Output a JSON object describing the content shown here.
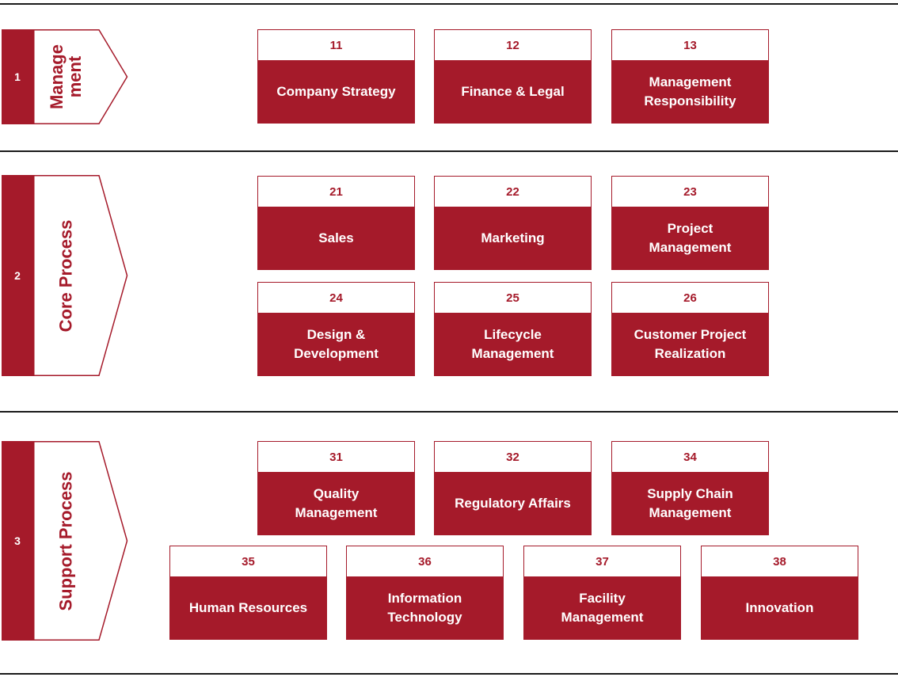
{
  "bands": [
    {
      "number": "1",
      "label": "Manage\nment"
    },
    {
      "number": "2",
      "label": "Core Process"
    },
    {
      "number": "3",
      "label": "Support Process"
    }
  ],
  "processes": {
    "p11": {
      "code": "11",
      "name": "Company Strategy"
    },
    "p12": {
      "code": "12",
      "name": "Finance & Legal"
    },
    "p13": {
      "code": "13",
      "name": "Management Responsibility"
    },
    "p21": {
      "code": "21",
      "name": "Sales"
    },
    "p22": {
      "code": "22",
      "name": "Marketing"
    },
    "p23": {
      "code": "23",
      "name": "Project Management"
    },
    "p24": {
      "code": "24",
      "name": "Design & Development"
    },
    "p25": {
      "code": "25",
      "name": "Lifecycle Management"
    },
    "p26": {
      "code": "26",
      "name": "Customer Project Realization"
    },
    "p31": {
      "code": "31",
      "name": "Quality Management"
    },
    "p32": {
      "code": "32",
      "name": "Regulatory Affairs"
    },
    "p34": {
      "code": "34",
      "name": "Supply Chain Management"
    },
    "p35": {
      "code": "35",
      "name": "Human Resources"
    },
    "p36": {
      "code": "36",
      "name": "Information Technology"
    },
    "p37": {
      "code": "37",
      "name": "Facility Management"
    },
    "p38": {
      "code": "38",
      "name": "Innovation"
    }
  },
  "colors": {
    "accent": "#a51a2a",
    "divider": "#1a1a1a",
    "background": "#ffffff"
  }
}
